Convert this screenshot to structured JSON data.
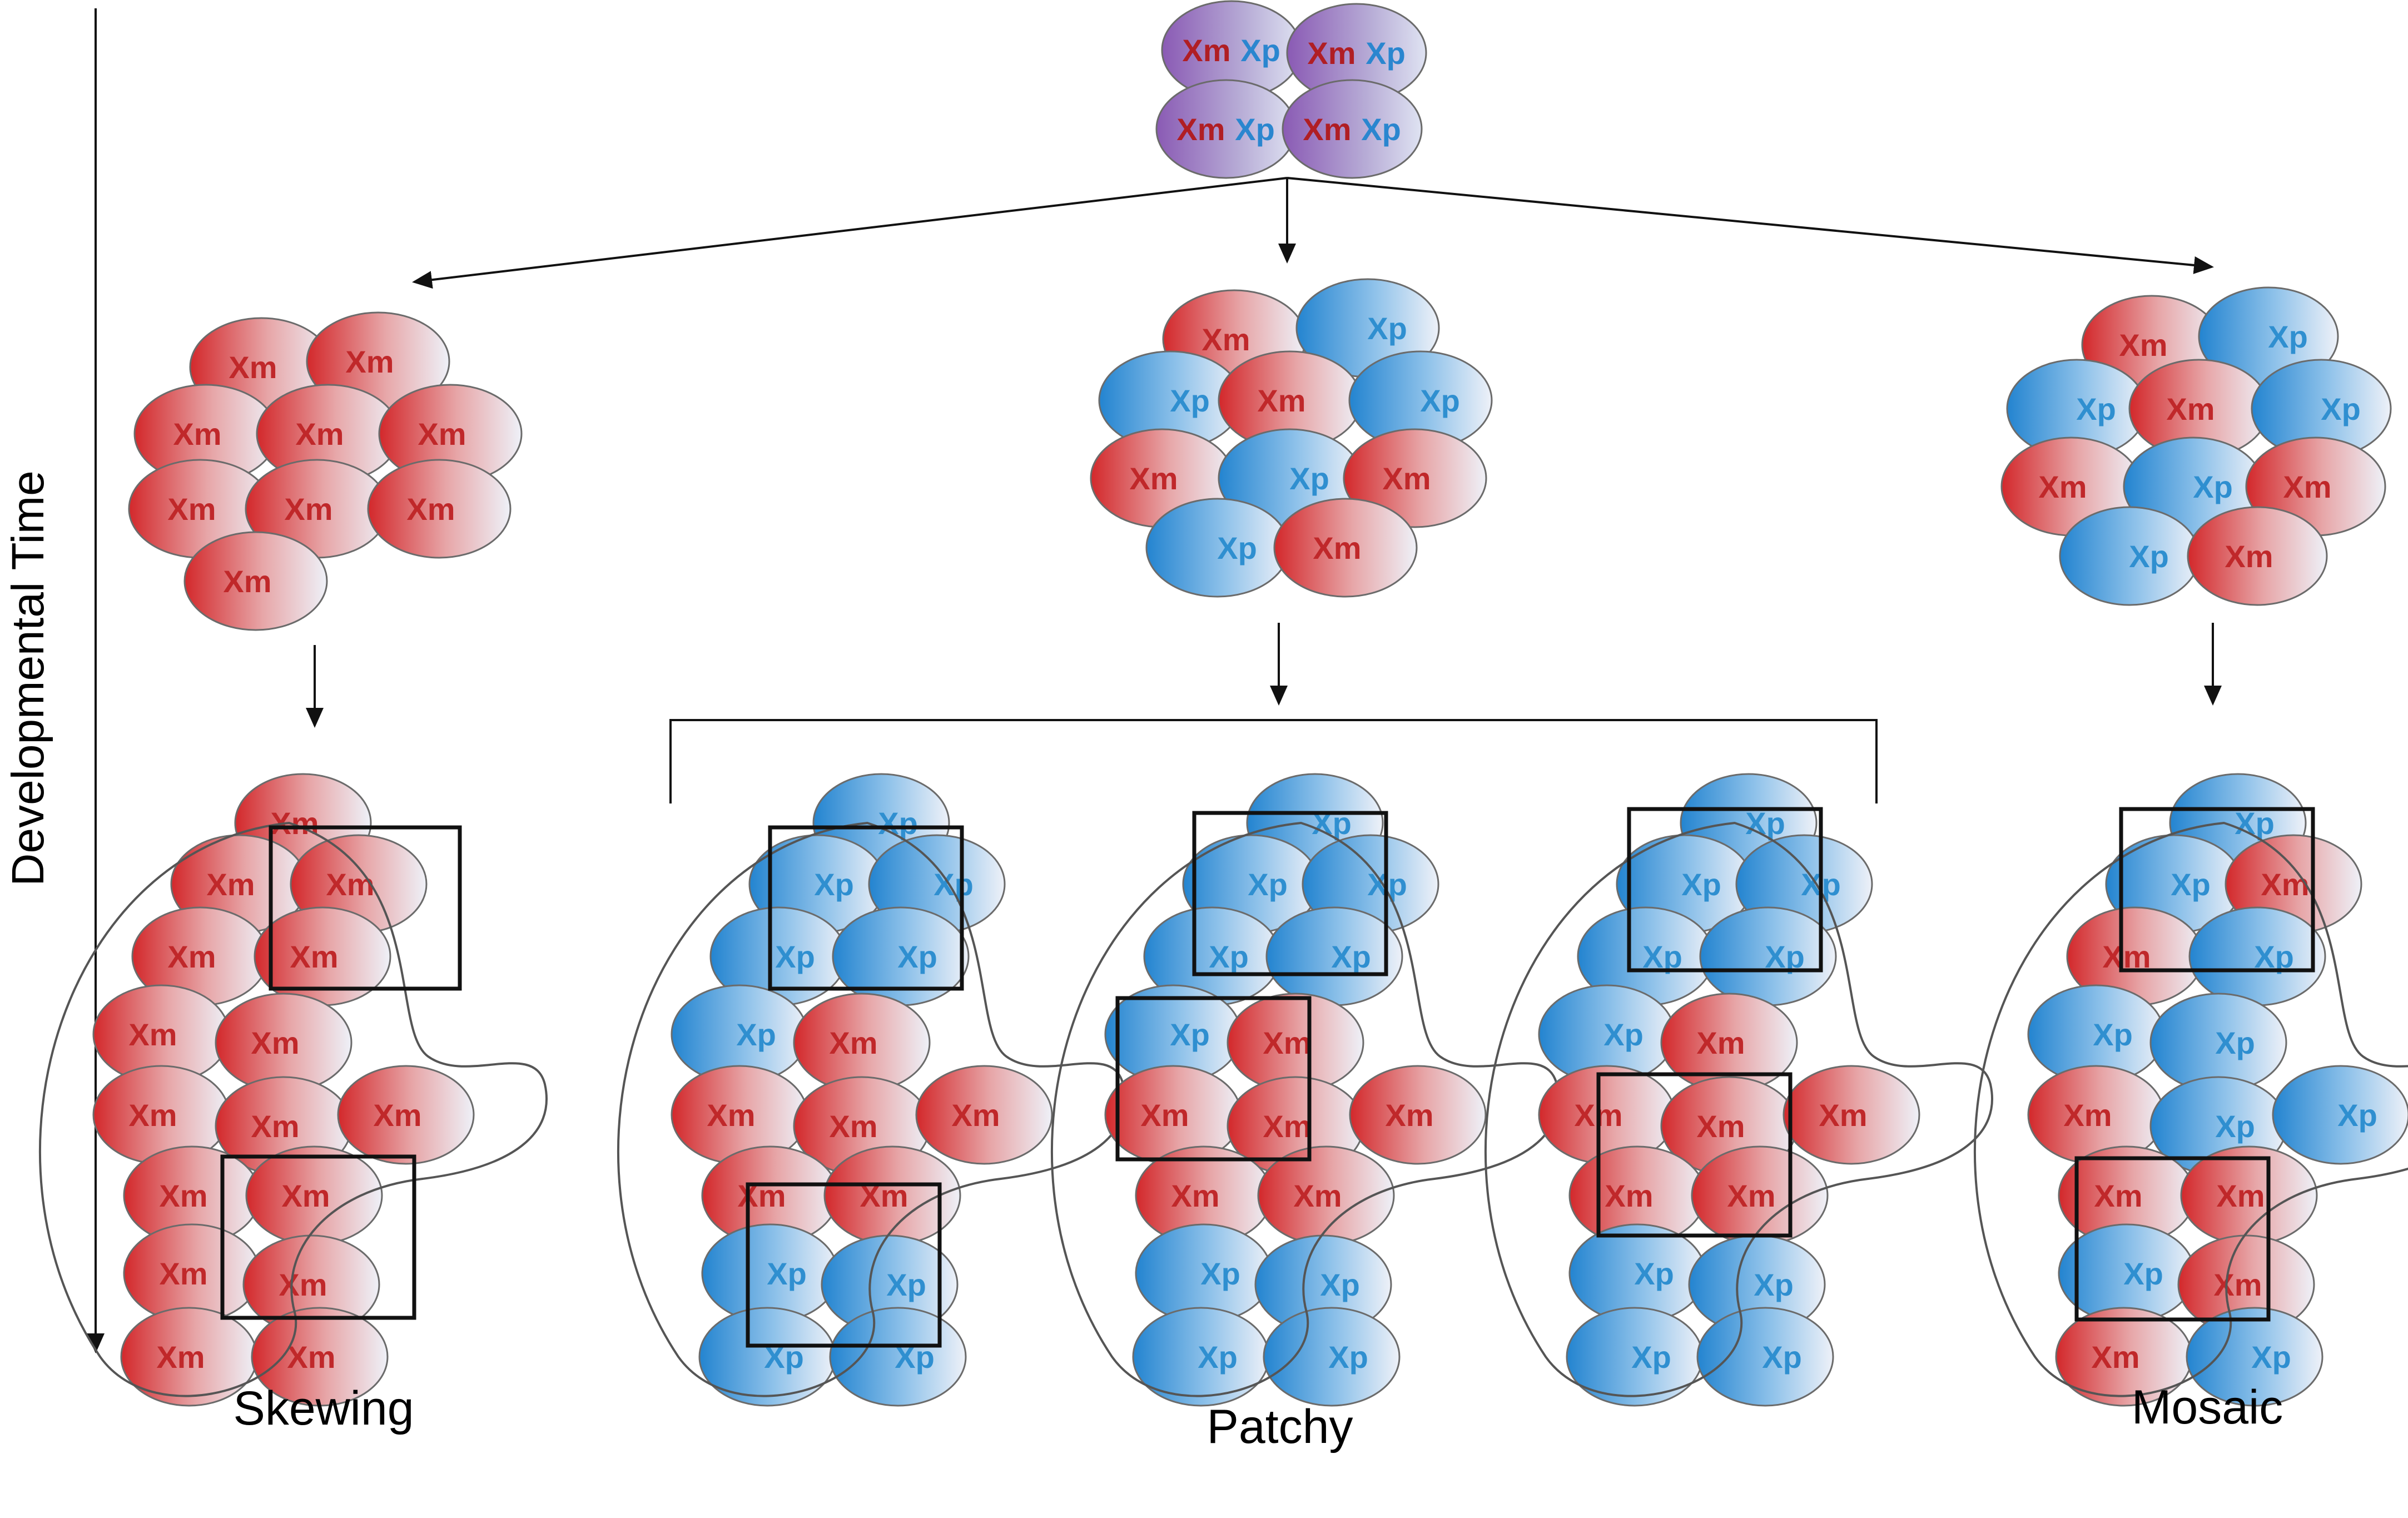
{
  "colors": {
    "maternal": "#d3282b",
    "paternal": "#2384d0",
    "pale": "#eef1f8",
    "mixed_from": "#8a5ab4",
    "mixed_to": "#d8dff0"
  },
  "labels": {
    "maternal": "Xm",
    "paternal": "Xp"
  },
  "axis": {
    "label": "Developmental Time"
  },
  "captions": {
    "skewing": "Skewing",
    "patchy": "Patchy",
    "mosaic": "Mosaic"
  },
  "zygote": [
    {
      "a": "Xm",
      "b": "Xp"
    },
    {
      "a": "Xm",
      "b": "Xp"
    },
    {
      "a": "Xm",
      "b": "Xp"
    },
    {
      "a": "Xm",
      "b": "Xp"
    }
  ],
  "clusters": {
    "skewing": [
      "Xm",
      "Xm",
      "Xm",
      "Xm",
      "Xm",
      "Xm",
      "Xm",
      "Xm",
      "Xm"
    ],
    "patchy": [
      "Xm",
      "Xp",
      "Xp",
      "Xm",
      "Xp",
      "Xm",
      "Xp",
      "Xm",
      "Xp",
      "Xm"
    ],
    "mosaic": [
      "Xm",
      "Xp",
      "Xp",
      "Xm",
      "Xp",
      "Xm",
      "Xp",
      "Xm",
      "Xp",
      "Xm"
    ]
  },
  "tissues": {
    "skewing": [
      "Xm",
      "Xm",
      "Xm",
      "Xm",
      "Xm",
      "Xm",
      "Xm",
      "Xm",
      "Xm",
      "Xm",
      "Xm",
      "Xm",
      "Xm",
      "Xm",
      "Xm",
      "Xm"
    ],
    "patchy_1": [
      "Xp",
      "Xp",
      "Xp",
      "Xp",
      "Xp",
      "Xp",
      "Xm",
      "Xm",
      "Xm",
      "Xm",
      "Xm",
      "Xm",
      "Xp",
      "Xp",
      "Xp",
      "Xp"
    ],
    "patchy_2": [
      "Xp",
      "Xp",
      "Xp",
      "Xp",
      "Xp",
      "Xp",
      "Xm",
      "Xm",
      "Xm",
      "Xm",
      "Xm",
      "Xm",
      "Xp",
      "Xp",
      "Xp",
      "Xp"
    ],
    "patchy_3": [
      "Xp",
      "Xp",
      "Xp",
      "Xp",
      "Xp",
      "Xp",
      "Xm",
      "Xm",
      "Xm",
      "Xm",
      "Xm",
      "Xm",
      "Xp",
      "Xp",
      "Xp",
      "Xp"
    ],
    "mosaic": [
      "Xp",
      "Xp",
      "Xm",
      "Xm",
      "Xp",
      "Xp",
      "Xp",
      "Xm",
      "Xp",
      "Xp",
      "Xm",
      "Xm",
      "Xp",
      "Xm",
      "Xm",
      "Xp"
    ]
  }
}
